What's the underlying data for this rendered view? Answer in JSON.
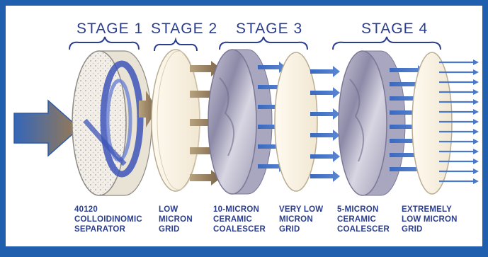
{
  "stages": [
    {
      "title": "STAGE 1"
    },
    {
      "title": "STAGE 2"
    },
    {
      "title": "STAGE 3"
    },
    {
      "title": "STAGE 4"
    }
  ],
  "components": [
    {
      "lines": [
        "40120",
        "COLLOIDINOMIC",
        "SEPARATOR"
      ]
    },
    {
      "lines": [
        "LOW",
        "MICRON",
        "GRID"
      ]
    },
    {
      "lines": [
        "10-MICRON",
        "CERAMIC",
        "COALESCER"
      ]
    },
    {
      "lines": [
        "VERY LOW",
        "MICRON",
        "GRID"
      ]
    },
    {
      "lines": [
        "5-MICRON",
        "CERAMIC",
        "COALESCER"
      ]
    },
    {
      "lines": [
        "EXTREMELY",
        "LOW MICRON",
        "GRID"
      ]
    }
  ],
  "colors": {
    "frame": "#1f5fae",
    "label_text": "#2a3d8f",
    "arrow_blue": "#3f6fc4",
    "arrow_brown": "#8a7358",
    "grid_fill": "#fbf4e6"
  }
}
